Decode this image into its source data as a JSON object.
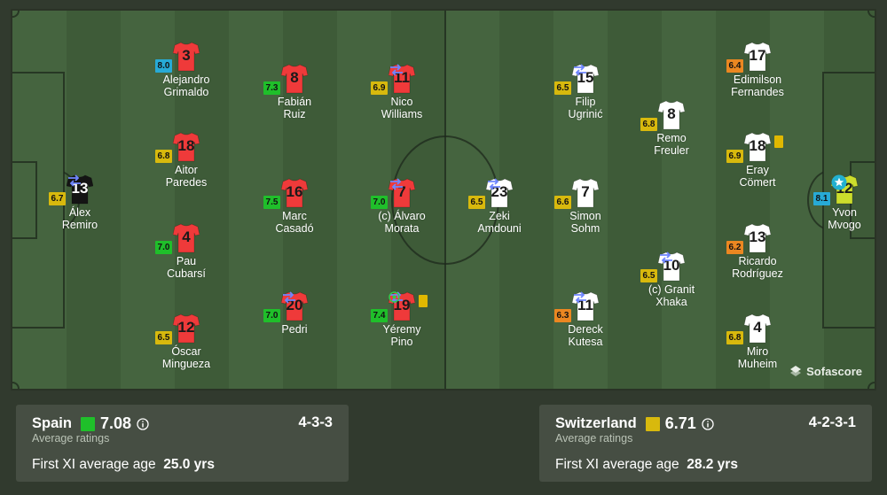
{
  "colors": {
    "spain_shirt": "#ef3a3a",
    "spain_gk_shirt": "#141414",
    "swiss_shirt": "#ffffff",
    "swiss_gk_shirt": "#ccdd2c",
    "rating_blue": "#27aad6",
    "rating_green": "#1fbf2a",
    "rating_yellow": "#d8b90d",
    "rating_orange": "#eb8721",
    "card_yellow": "#e0b800",
    "sub_icon": "#6f86ff"
  },
  "players": [
    {
      "team": "spain",
      "number": "13",
      "name": "Álex\nRemiro",
      "rating": "6.7",
      "rating_color": "yellow",
      "gk": true,
      "sub": true
    },
    {
      "team": "spain",
      "number": "3",
      "name": "Alejandro\nGrimaldo",
      "rating": "8.0",
      "rating_color": "blue"
    },
    {
      "team": "spain",
      "number": "18",
      "name": "Aitor\nParedes",
      "rating": "6.8",
      "rating_color": "yellow"
    },
    {
      "team": "spain",
      "number": "4",
      "name": "Pau\nCubarsí",
      "rating": "7.0",
      "rating_color": "green"
    },
    {
      "team": "spain",
      "number": "12",
      "name": "Óscar\nMingueza",
      "rating": "6.5",
      "rating_color": "yellow"
    },
    {
      "team": "spain",
      "number": "8",
      "name": "Fabián\nRuiz",
      "rating": "7.3",
      "rating_color": "green"
    },
    {
      "team": "spain",
      "number": "16",
      "name": "Marc\nCasadó",
      "rating": "7.5",
      "rating_color": "green"
    },
    {
      "team": "spain",
      "number": "20",
      "name": "Pedri",
      "rating": "7.0",
      "rating_color": "green",
      "sub": true
    },
    {
      "team": "spain",
      "number": "11",
      "name": "Nico\nWilliams",
      "rating": "6.9",
      "rating_color": "yellow",
      "sub": true
    },
    {
      "team": "spain",
      "number": "7",
      "name": "(c) Álvaro\nMorata",
      "rating": "7.0",
      "rating_color": "green",
      "sub": true
    },
    {
      "team": "spain",
      "number": "19",
      "name": "Yéremy\nPino",
      "rating": "7.4",
      "rating_color": "green",
      "sub": true,
      "card": true,
      "goal": true
    },
    {
      "team": "swiss",
      "number": "12",
      "name": "Yvon\nMvogo",
      "rating": "8.1",
      "rating_color": "blue",
      "gk": true,
      "star": true
    },
    {
      "team": "swiss",
      "number": "17",
      "name": "Edimilson\nFernandes",
      "rating": "6.4",
      "rating_color": "orange"
    },
    {
      "team": "swiss",
      "number": "18",
      "name": "Eray\nCömert",
      "rating": "6.9",
      "rating_color": "yellow",
      "card": true
    },
    {
      "team": "swiss",
      "number": "13",
      "name": "Ricardo\nRodríguez",
      "rating": "6.2",
      "rating_color": "orange"
    },
    {
      "team": "swiss",
      "number": "4",
      "name": "Miro\nMuheim",
      "rating": "6.8",
      "rating_color": "yellow"
    },
    {
      "team": "swiss",
      "number": "8",
      "name": "Remo\nFreuler",
      "rating": "6.8",
      "rating_color": "yellow"
    },
    {
      "team": "swiss",
      "number": "10",
      "name": "(c) Granit\nXhaka",
      "rating": "6.5",
      "rating_color": "yellow",
      "sub": true
    },
    {
      "team": "swiss",
      "number": "15",
      "name": "Filip\nUgrinić",
      "rating": "6.5",
      "rating_color": "yellow",
      "sub": true
    },
    {
      "team": "swiss",
      "number": "7",
      "name": "Simon\nSohm",
      "rating": "6.6",
      "rating_color": "yellow"
    },
    {
      "team": "swiss",
      "number": "11",
      "name": "Dereck\nKutesa",
      "rating": "6.3",
      "rating_color": "orange",
      "sub": true
    },
    {
      "team": "swiss",
      "number": "23",
      "name": "Zeki\nAmdouni",
      "rating": "6.5",
      "rating_color": "yellow",
      "sub": true
    }
  ],
  "watermark": "Sofascore",
  "teams": [
    {
      "name": "Spain",
      "avg_rating": "7.08",
      "square_color": "green",
      "sub_label": "Average ratings",
      "formation": "4-3-3",
      "age_label": "First XI average age",
      "age_value": "25.0 yrs"
    },
    {
      "name": "Switzerland",
      "avg_rating": "6.71",
      "square_color": "yellow",
      "sub_label": "Average ratings",
      "formation": "4-2-3-1",
      "age_label": "First XI average age",
      "age_value": "28.2 yrs"
    }
  ]
}
